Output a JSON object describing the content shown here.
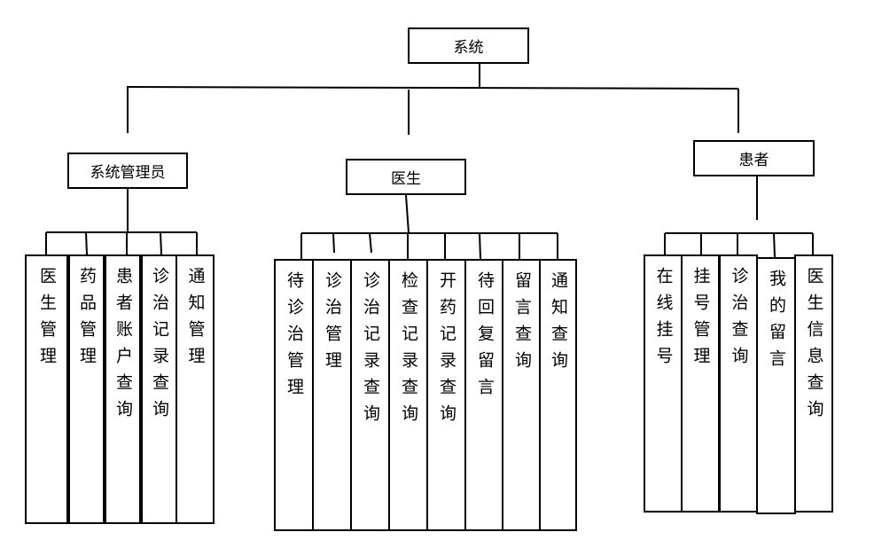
{
  "root": {
    "label": "系统"
  },
  "groups": [
    {
      "label": "系统管理员",
      "items": [
        "医生管理",
        "药品管理",
        "患者账户查询",
        "诊治记录查询",
        "通知管理"
      ]
    },
    {
      "label": "医生",
      "items": [
        "待诊治管理",
        "诊治管理",
        "诊治记录查询",
        "检查记录查询",
        "开药记录查询",
        "待回复留言",
        "留言查询",
        "通知查询"
      ]
    },
    {
      "label": "患者",
      "items": [
        "在线挂号",
        "挂号管理",
        "诊治查询",
        "我的留言",
        "医生信息查询"
      ]
    }
  ]
}
